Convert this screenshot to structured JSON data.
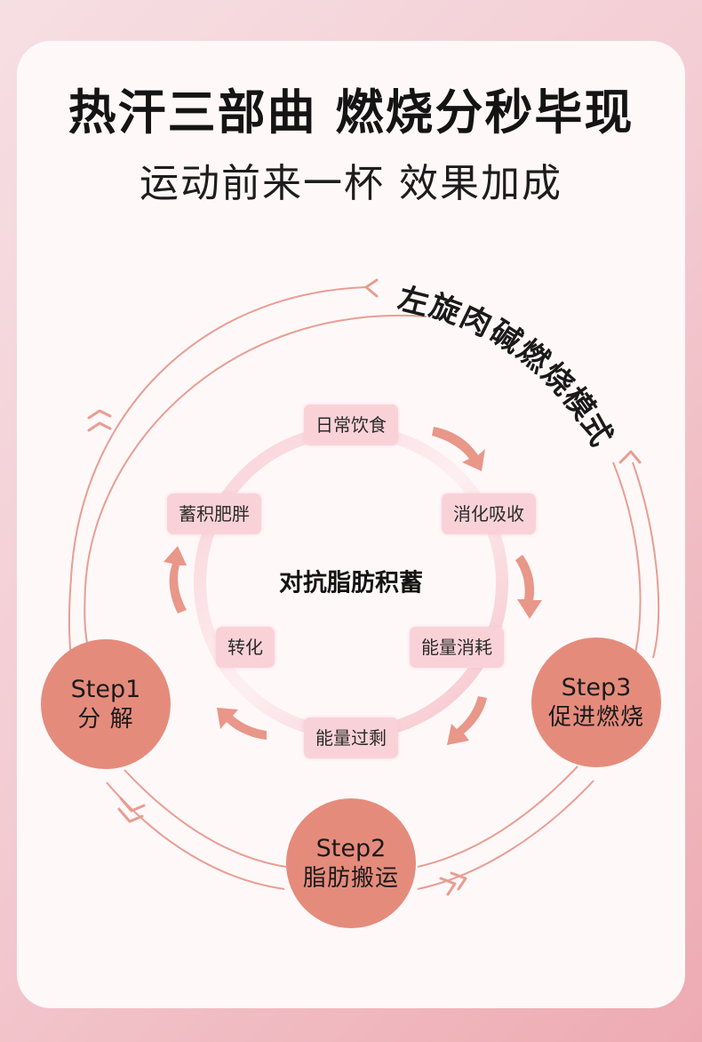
{
  "header": {
    "title": "热汗三部曲 燃烧分秒毕现",
    "subtitle": "运动前来一杯 效果加成"
  },
  "outer_cycle": {
    "mode_label": [
      "左",
      "旋",
      "肉",
      "碱",
      "燃",
      "烧",
      "模",
      "式"
    ]
  },
  "steps": [
    {
      "step": "Step1",
      "label": "分 解"
    },
    {
      "step": "Step2",
      "label": "脂肪搬运"
    },
    {
      "step": "Step3",
      "label": "促进燃烧"
    }
  ],
  "inner_cycle": {
    "center": "对抗脂肪积蓄",
    "nodes": [
      "日常饮食",
      "消化吸收",
      "能量消耗",
      "能量过剩",
      "转化",
      "蓄积肥胖"
    ]
  },
  "colors": {
    "accent_coral": "#e58b7c",
    "node_pink": "#f9d2d8",
    "arc_line": "#e99d92",
    "background_pink": "#f3cdd3"
  }
}
